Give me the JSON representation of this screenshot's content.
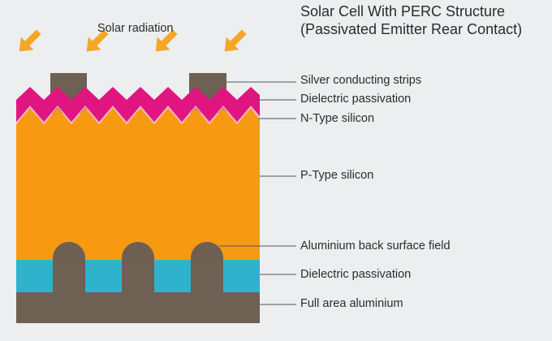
{
  "title": {
    "line1": "Solar Cell With PERC Structure",
    "line2": "(Passivated Emitter Rear Contact)"
  },
  "radiation_label": "Solar radiation",
  "layers": {
    "silver_strips": "Silver conducting strips",
    "dielectric_top": "Dielectric passivation",
    "n_type": "N-Type silicon",
    "p_type": "P-Type silicon",
    "back_surface_field": "Aluminium back surface field",
    "dielectric_rear": "Dielectric passivation",
    "full_aluminium": "Full area aluminium"
  },
  "colors": {
    "background": "#eceef0",
    "silver": "#6e6053",
    "dielectric_top": "#e0157f",
    "n_type": "#f7a4c8",
    "p_type": "#f79a12",
    "dielectric_rear": "#2fb3cc",
    "aluminium": "#6e6053",
    "arrow": "#f5a623",
    "leader": "#555555"
  }
}
